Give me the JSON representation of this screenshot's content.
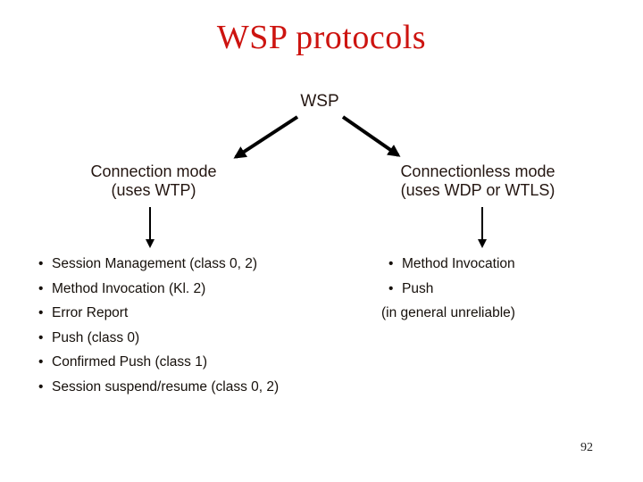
{
  "slide": {
    "title": "WSP protocols",
    "root_label": "WSP",
    "page_number": "92",
    "colors": {
      "title_red": "#cd1410",
      "heading_text": "#241611",
      "body_text": "#16100b",
      "arrow": "#000000",
      "background": "#ffffff"
    },
    "left_branch": {
      "heading_line1": "Connection mode",
      "heading_line2": "(uses WTP)",
      "bullets": [
        "Session Management (class 0, 2)",
        "Method Invocation (Kl. 2)",
        "Error Report",
        "Push (class 0)",
        "Confirmed Push (class 1)",
        "Session suspend/resume (class 0, 2)"
      ]
    },
    "right_branch": {
      "heading_line1": "Connectionless mode",
      "heading_line2": "(uses WDP or WTLS)",
      "bullets": [
        "Method Invocation",
        "Push"
      ],
      "note": "(in general unreliable)"
    }
  }
}
